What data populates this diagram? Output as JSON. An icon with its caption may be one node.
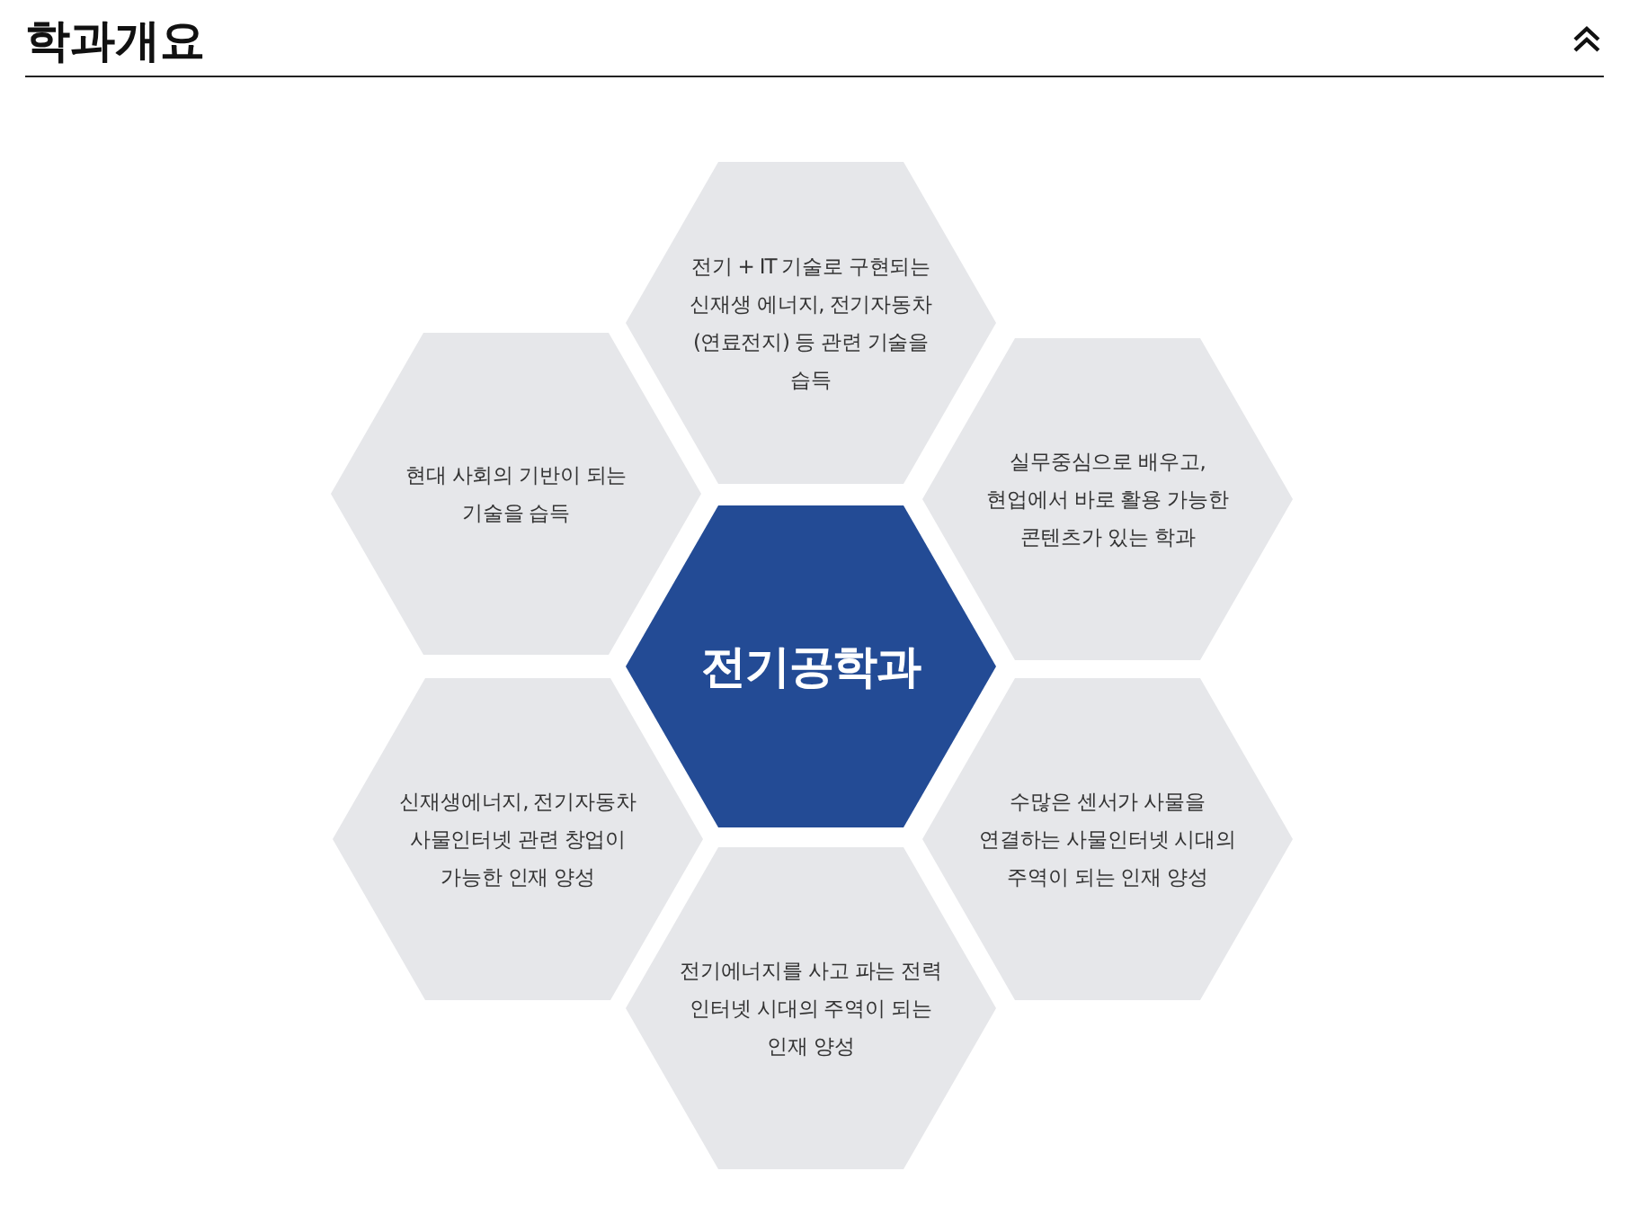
{
  "diagram": {
    "title": "학과개요",
    "nodes": [
      {
        "text": [
          "전기 + IT 기술로 구현되는 신재생 에너지, 전기자동차 (연료전지) 등 관련 기술을 습득"
        ]
      },
      {
        "text": [
          "현대 사회의 기반이 되는 기술을 습득"
        ]
      },
      {
        "text": [
          "실무중심으로 배우고, 현업에서 바로 활용 가능한 콘텐츠가 있는 학과"
        ]
      },
      {
        "text": [
          "전기공학과"
        ]
      },
      {
        "text": [
          "신재생에너지, 전기자동차 사물인터넷 관련 창업이 가능한 인재 양성"
        ]
      },
      {
        "text": [
          "수많은 센서가 사물을 연결하는 사물인터넷 시대의 주역이 되는 인재 양성"
        ]
      },
      {
        "text": [
          "전기에너지를 사고 파는 전력 인터넷 시대의 주역이 되는 인재 양성"
        ]
      }
    ]
  }
}
